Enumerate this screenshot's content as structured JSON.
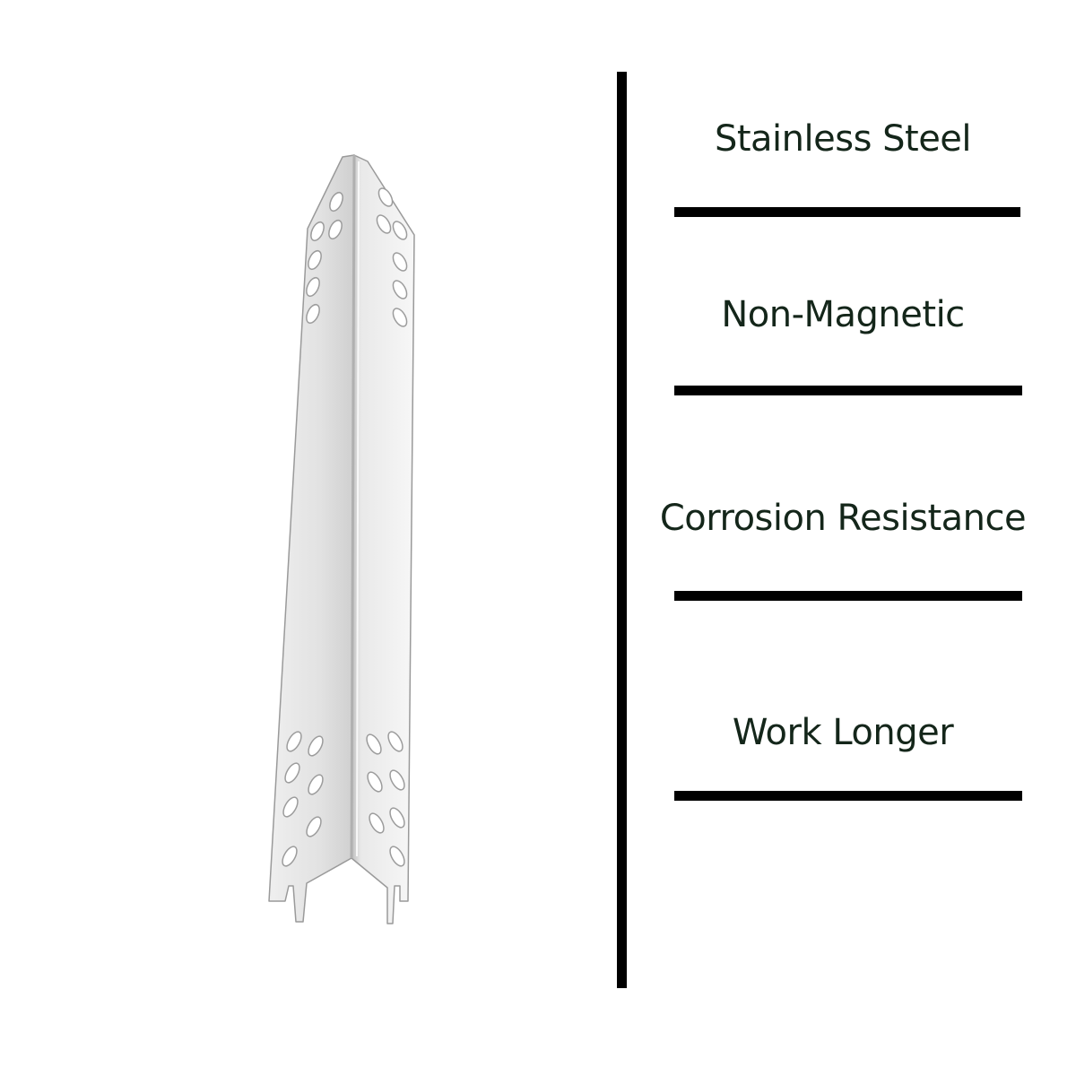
{
  "colors": {
    "text": "#14261a",
    "divider": "#000000",
    "metal_light": "#f4f4f4",
    "metal_mid": "#dedede",
    "metal_dark": "#c4c4c4",
    "outline": "#9a9a9a"
  },
  "product": {
    "icon": "heat-plate-icon"
  },
  "features": [
    {
      "label": "Stainless Steel"
    },
    {
      "label": "Non-Magnetic"
    },
    {
      "label": "Corrosion Resistance"
    },
    {
      "label": "Work Longer"
    }
  ]
}
